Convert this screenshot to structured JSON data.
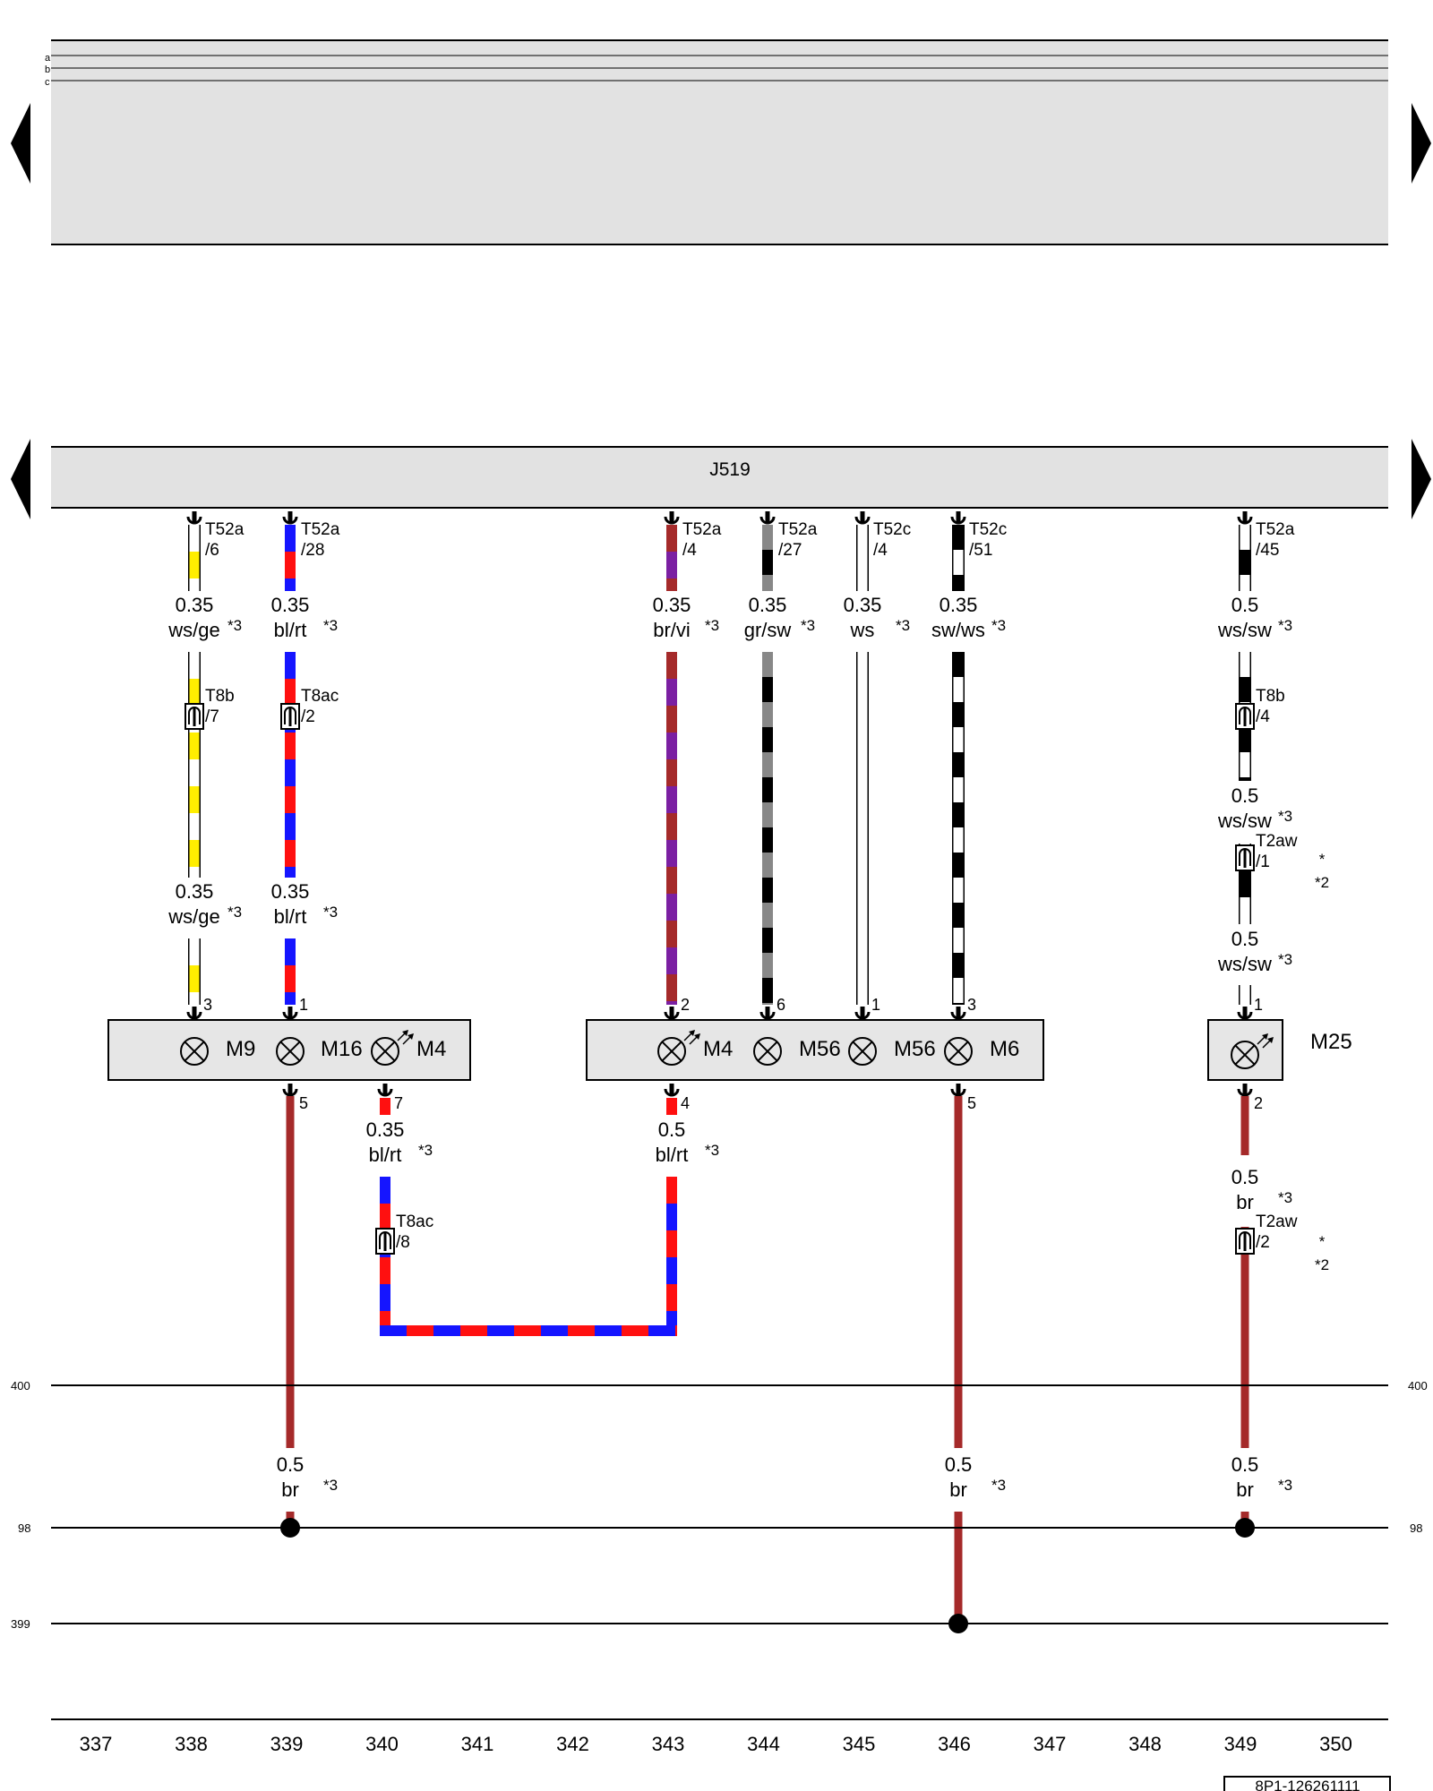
{
  "top_panel": {
    "rows": [
      "a",
      "b",
      "c"
    ]
  },
  "control_unit": {
    "label": "J519"
  },
  "wires": [
    {
      "id": "w338",
      "pin": {
        "conn": "T52a",
        "num": "/6"
      },
      "label1": {
        "gauge": "0.35",
        "color": "ws/ge",
        "note": "*3"
      },
      "conn2": {
        "conn": "T8b",
        "num": "/7"
      },
      "label2": {
        "gauge": "0.35",
        "color": "ws/ge",
        "note": "*3"
      },
      "comp_pin": "3",
      "colors": [
        "#ffffff",
        "#ffee00"
      ]
    },
    {
      "id": "w339",
      "pin": {
        "conn": "T52a",
        "num": "/28"
      },
      "label1": {
        "gauge": "0.35",
        "color": "bl/rt",
        "note": "*3"
      },
      "conn2": {
        "conn": "T8ac",
        "num": "/2"
      },
      "label2": {
        "gauge": "0.35",
        "color": "bl/rt",
        "note": "*3"
      },
      "comp_pin": "1",
      "colors": [
        "#1515ff",
        "#ff1010"
      ]
    },
    {
      "id": "w343",
      "pin": {
        "conn": "T52a",
        "num": "/4"
      },
      "label1": {
        "gauge": "0.35",
        "color": "br/vi",
        "note": "*3"
      },
      "comp_pin": "2",
      "colors": [
        "#a52a2a",
        "#7b1fa2"
      ]
    },
    {
      "id": "w344",
      "pin": {
        "conn": "T52a",
        "num": "/27"
      },
      "label1": {
        "gauge": "0.35",
        "color": "gr/sw",
        "note": "*3"
      },
      "comp_pin": "6",
      "colors": [
        "#888888",
        "#000000"
      ]
    },
    {
      "id": "w345",
      "pin": {
        "conn": "T52c",
        "num": "/4"
      },
      "label1": {
        "gauge": "0.35",
        "color": "ws",
        "note": "*3"
      },
      "comp_pin": "1",
      "colors": [
        "#ffffff",
        "#ffffff"
      ]
    },
    {
      "id": "w346",
      "pin": {
        "conn": "T52c",
        "num": "/51"
      },
      "label1": {
        "gauge": "0.35",
        "color": "sw/ws",
        "note": "*3"
      },
      "comp_pin": "3",
      "colors": [
        "#000000",
        "#ffffff"
      ]
    },
    {
      "id": "w349",
      "pin": {
        "conn": "T52a",
        "num": "/45"
      },
      "label1": {
        "gauge": "0.5",
        "color": "ws/sw",
        "note": "*3"
      },
      "conn2": {
        "conn": "T8b",
        "num": "/4"
      },
      "label2": {
        "gauge": "0.5",
        "color": "ws/sw",
        "note": "*3"
      },
      "conn3": {
        "conn": "T2aw",
        "num": "/1",
        "note": "*",
        "note2": "*2"
      },
      "label3": {
        "gauge": "0.5",
        "color": "ws/sw",
        "note": "*3"
      },
      "comp_pin": "1",
      "colors": [
        "#ffffff",
        "#000000"
      ]
    }
  ],
  "components": [
    {
      "id": "box1",
      "lamps": [
        {
          "label": "M9"
        },
        {
          "label": "M16"
        },
        {
          "label": "M4"
        }
      ]
    },
    {
      "id": "box2",
      "lamps": [
        {
          "label": "M4"
        },
        {
          "label": "M56"
        },
        {
          "label": "M56"
        },
        {
          "label": "M6"
        }
      ]
    },
    {
      "id": "box3",
      "label": "M25"
    }
  ],
  "lower_wires": [
    {
      "id": "g339",
      "pin": "5",
      "label": {
        "gauge": "0.5",
        "color": "br",
        "note": "*3"
      }
    },
    {
      "id": "l340",
      "pin": "7",
      "label": {
        "gauge": "0.35",
        "color": "bl/rt",
        "note": "*3"
      },
      "conn": {
        "conn": "T8ac",
        "num": "/8"
      }
    },
    {
      "id": "l343",
      "pin": "4",
      "label": {
        "gauge": "0.5",
        "color": "bl/rt",
        "note": "*3"
      }
    },
    {
      "id": "g346",
      "pin": "5",
      "label": {
        "gauge": "0.5",
        "color": "br",
        "note": "*3"
      }
    },
    {
      "id": "g349",
      "pin": "2",
      "label1": {
        "gauge": "0.5",
        "color": "br",
        "note": "*3"
      },
      "conn": {
        "conn": "T2aw",
        "num": "/2",
        "note": "*",
        "note2": "*2"
      },
      "label2": {
        "gauge": "0.5",
        "color": "br",
        "note": "*3"
      }
    }
  ],
  "ground_lines": [
    {
      "label": "400"
    },
    {
      "label": "98"
    },
    {
      "label": "399"
    }
  ],
  "track_numbers": [
    "337",
    "338",
    "339",
    "340",
    "341",
    "342",
    "343",
    "344",
    "345",
    "346",
    "347",
    "348",
    "349",
    "350"
  ],
  "document_id": "8P1-126261111",
  "colors": {
    "brown": "#a52a2a",
    "red": "#ff1010",
    "blue": "#1515ff",
    "panel": "#e2e2e2",
    "box": "#e6e6e6"
  }
}
